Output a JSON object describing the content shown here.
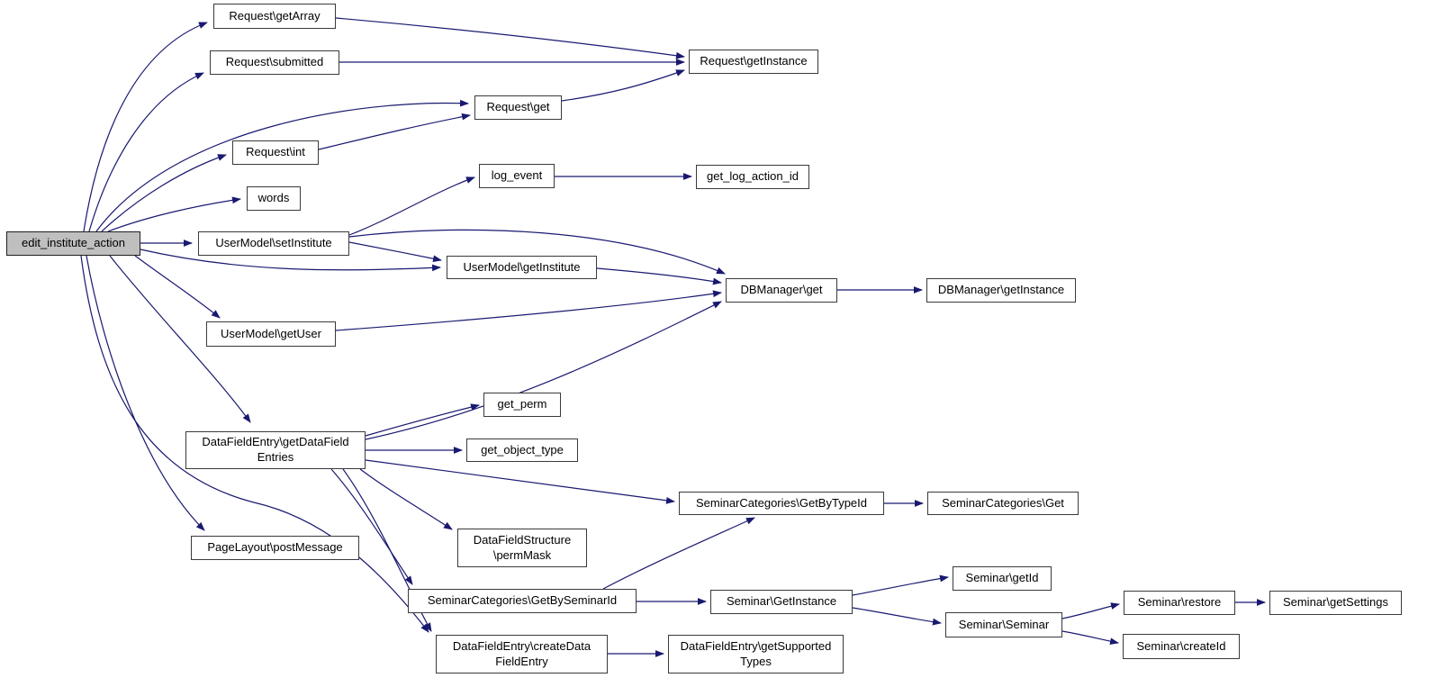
{
  "diagram": {
    "type": "call-graph",
    "root_function": "edit_institute_action",
    "colors": {
      "background": "#ffffff",
      "edge": "#191970",
      "node_border": "#3a3a3a",
      "node_fill": "#ffffff",
      "root_fill": "#bfbfbf",
      "text": "#000000"
    },
    "nodes": [
      {
        "id": "edit_institute_action",
        "line1": "edit_institute_action"
      },
      {
        "id": "request-getarray",
        "line1": "Request\\getArray"
      },
      {
        "id": "request-submitted",
        "line1": "Request\\submitted"
      },
      {
        "id": "request-getinstance",
        "line1": "Request\\getInstance"
      },
      {
        "id": "request-get",
        "line1": "Request\\get"
      },
      {
        "id": "request-int",
        "line1": "Request\\int"
      },
      {
        "id": "words",
        "line1": "words"
      },
      {
        "id": "log_event",
        "line1": "log_event"
      },
      {
        "id": "get_log_action_id",
        "line1": "get_log_action_id"
      },
      {
        "id": "usermodel-setinstitute",
        "line1": "UserModel\\setInstitute"
      },
      {
        "id": "usermodel-getinstitute",
        "line1": "UserModel\\getInstitute"
      },
      {
        "id": "usermodel-getuser",
        "line1": "UserModel\\getUser"
      },
      {
        "id": "dbmanager-get",
        "line1": "DBManager\\get"
      },
      {
        "id": "dbmanager-getinstance",
        "line1": "DBManager\\getInstance"
      },
      {
        "id": "datafieldentry-getdatafieldentries",
        "line1": "DataFieldEntry\\getDataField",
        "line2": "Entries"
      },
      {
        "id": "get_perm",
        "line1": "get_perm"
      },
      {
        "id": "get_object_type",
        "line1": "get_object_type"
      },
      {
        "id": "datafieldstructure-permmask",
        "line1": "DataFieldStructure",
        "line2": "\\permMask"
      },
      {
        "id": "pagelayout-postmessage",
        "line1": "PageLayout\\postMessage"
      },
      {
        "id": "seminarcategories-getbytypeid",
        "line1": "SeminarCategories\\GetByTypeId"
      },
      {
        "id": "seminarcategories-get",
        "line1": "SeminarCategories\\Get"
      },
      {
        "id": "seminarcategories-getbyseminarid",
        "line1": "SeminarCategories\\GetBySeminarId"
      },
      {
        "id": "seminar-getinstance",
        "line1": "Seminar\\GetInstance"
      },
      {
        "id": "seminar-getid",
        "line1": "Seminar\\getId"
      },
      {
        "id": "seminar-seminar",
        "line1": "Seminar\\Seminar"
      },
      {
        "id": "seminar-restore",
        "line1": "Seminar\\restore"
      },
      {
        "id": "seminar-createid",
        "line1": "Seminar\\createId"
      },
      {
        "id": "seminar-getsettings",
        "line1": "Seminar\\getSettings"
      },
      {
        "id": "datafieldentry-createdatafieldentry",
        "line1": "DataFieldEntry\\createData",
        "line2": "FieldEntry"
      },
      {
        "id": "datafieldentry-getsupportedtypes",
        "line1": "DataFieldEntry\\getSupported",
        "line2": "Types"
      }
    ],
    "edges": [
      {
        "from": "edit_institute_action",
        "to": "request-getarray"
      },
      {
        "from": "edit_institute_action",
        "to": "request-submitted"
      },
      {
        "from": "edit_institute_action",
        "to": "request-get"
      },
      {
        "from": "edit_institute_action",
        "to": "request-int"
      },
      {
        "from": "edit_institute_action",
        "to": "words"
      },
      {
        "from": "edit_institute_action",
        "to": "usermodel-setinstitute"
      },
      {
        "from": "edit_institute_action",
        "to": "usermodel-getinstitute"
      },
      {
        "from": "edit_institute_action",
        "to": "usermodel-getuser"
      },
      {
        "from": "edit_institute_action",
        "to": "datafieldentry-getdatafieldentries"
      },
      {
        "from": "edit_institute_action",
        "to": "pagelayout-postmessage"
      },
      {
        "from": "edit_institute_action",
        "to": "datafieldentry-createdatafieldentry"
      },
      {
        "from": "request-getarray",
        "to": "request-getinstance"
      },
      {
        "from": "request-submitted",
        "to": "request-getinstance"
      },
      {
        "from": "request-get",
        "to": "request-getinstance"
      },
      {
        "from": "request-int",
        "to": "request-get"
      },
      {
        "from": "usermodel-setinstitute",
        "to": "log_event"
      },
      {
        "from": "usermodel-setinstitute",
        "to": "usermodel-getinstitute"
      },
      {
        "from": "usermodel-setinstitute",
        "to": "dbmanager-get"
      },
      {
        "from": "log_event",
        "to": "get_log_action_id"
      },
      {
        "from": "usermodel-getinstitute",
        "to": "dbmanager-get"
      },
      {
        "from": "usermodel-getuser",
        "to": "dbmanager-get"
      },
      {
        "from": "dbmanager-get",
        "to": "dbmanager-getinstance"
      },
      {
        "from": "datafieldentry-getdatafieldentries",
        "to": "get_perm"
      },
      {
        "from": "datafieldentry-getdatafieldentries",
        "to": "get_object_type"
      },
      {
        "from": "datafieldentry-getdatafieldentries",
        "to": "dbmanager-get"
      },
      {
        "from": "datafieldentry-getdatafieldentries",
        "to": "seminarcategories-getbytypeid"
      },
      {
        "from": "datafieldentry-getdatafieldentries",
        "to": "datafieldstructure-permmask"
      },
      {
        "from": "datafieldentry-getdatafieldentries",
        "to": "seminarcategories-getbyseminarid"
      },
      {
        "from": "datafieldentry-getdatafieldentries",
        "to": "datafieldentry-createdatafieldentry"
      },
      {
        "from": "seminarcategories-getbytypeid",
        "to": "seminarcategories-get"
      },
      {
        "from": "seminarcategories-getbyseminarid",
        "to": "seminarcategories-getbytypeid"
      },
      {
        "from": "seminarcategories-getbyseminarid",
        "to": "seminar-getinstance"
      },
      {
        "from": "seminar-getinstance",
        "to": "seminar-getid"
      },
      {
        "from": "seminar-getinstance",
        "to": "seminar-seminar"
      },
      {
        "from": "seminar-seminar",
        "to": "seminar-restore"
      },
      {
        "from": "seminar-seminar",
        "to": "seminar-createid"
      },
      {
        "from": "seminar-restore",
        "to": "seminar-getsettings"
      },
      {
        "from": "datafieldentry-createdatafieldentry",
        "to": "datafieldentry-getsupportedtypes"
      }
    ]
  }
}
